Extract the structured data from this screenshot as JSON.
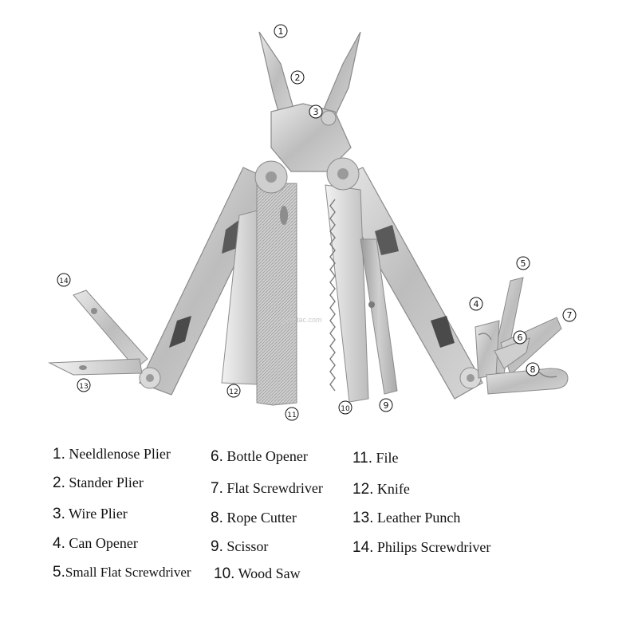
{
  "watermark": "genetac.com",
  "parts": [
    {
      "num": "1",
      "label": "1.",
      "name": "Neeldlenose Plier"
    },
    {
      "num": "2",
      "label": "2.",
      "name": "Stander Plier"
    },
    {
      "num": "3",
      "label": "3.",
      "name": "Wire Plier"
    },
    {
      "num": "4",
      "label": "4.",
      "name": "Can Opener"
    },
    {
      "num": "5",
      "label": "5.",
      "name": "Small Flat Screwdriver"
    },
    {
      "num": "6",
      "label": "6.",
      "name": "Bottle Opener"
    },
    {
      "num": "7",
      "label": "7.",
      "name": "Flat Screwdriver"
    },
    {
      "num": "8",
      "label": "8.",
      "name": "Rope Cutter"
    },
    {
      "num": "9",
      "label": "9.",
      "name": "Scissor"
    },
    {
      "num": "10",
      "label": "10.",
      "name": "Wood Saw"
    },
    {
      "num": "11",
      "label": "11.",
      "name": "File"
    },
    {
      "num": "12",
      "label": "12.",
      "name": "Knife"
    },
    {
      "num": "13",
      "label": "13.",
      "name": "Leather Punch"
    },
    {
      "num": "14",
      "label": "14.",
      "name": "Philips Screwdriver"
    }
  ]
}
